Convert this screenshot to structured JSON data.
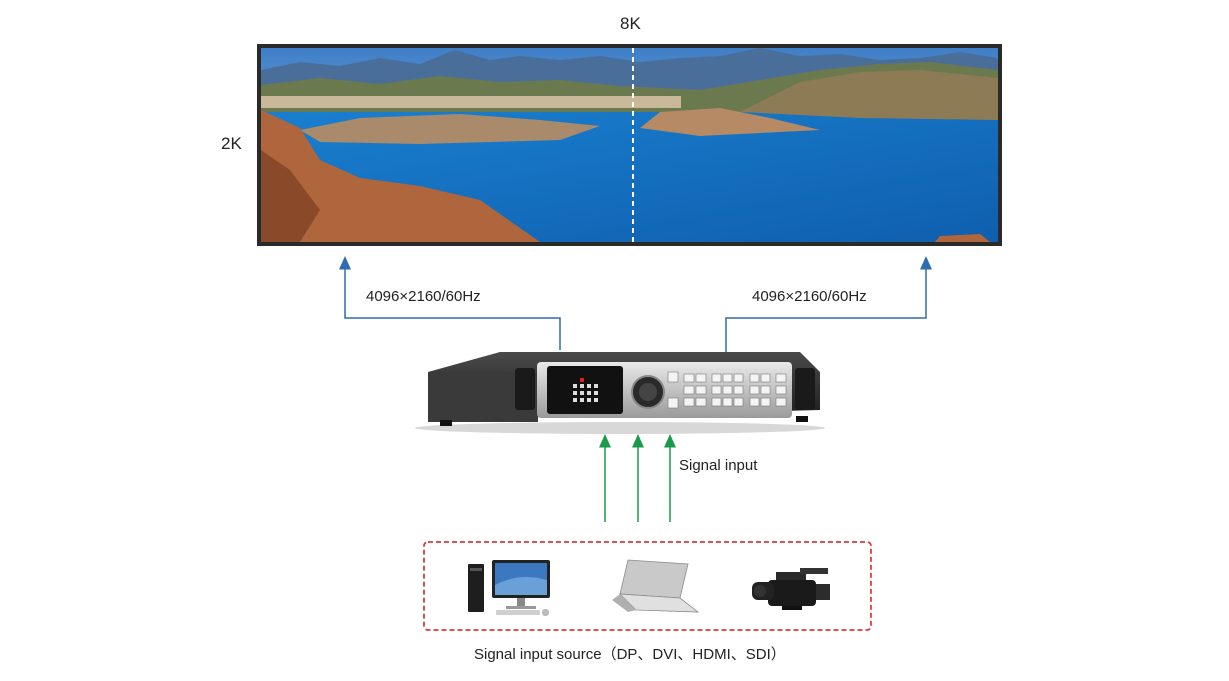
{
  "labels": {
    "top": "8K",
    "side": "2K",
    "output_left": "4096×2160/60Hz",
    "output_right": "4096×2160/60Hz",
    "signal_input": "Signal input",
    "source_caption": "Signal input source（DP、DVI、HDMI、SDI）"
  },
  "colors": {
    "output_arrow": "#2e6bb0",
    "input_arrow": "#1a9a4a",
    "source_box_border": "#e03a3a",
    "screen_frame": "#2a2a2a"
  },
  "devices": {
    "processor": "video-processor-icon",
    "sources": [
      "desktop-computer-icon",
      "laptop-icon",
      "camcorder-icon"
    ]
  }
}
